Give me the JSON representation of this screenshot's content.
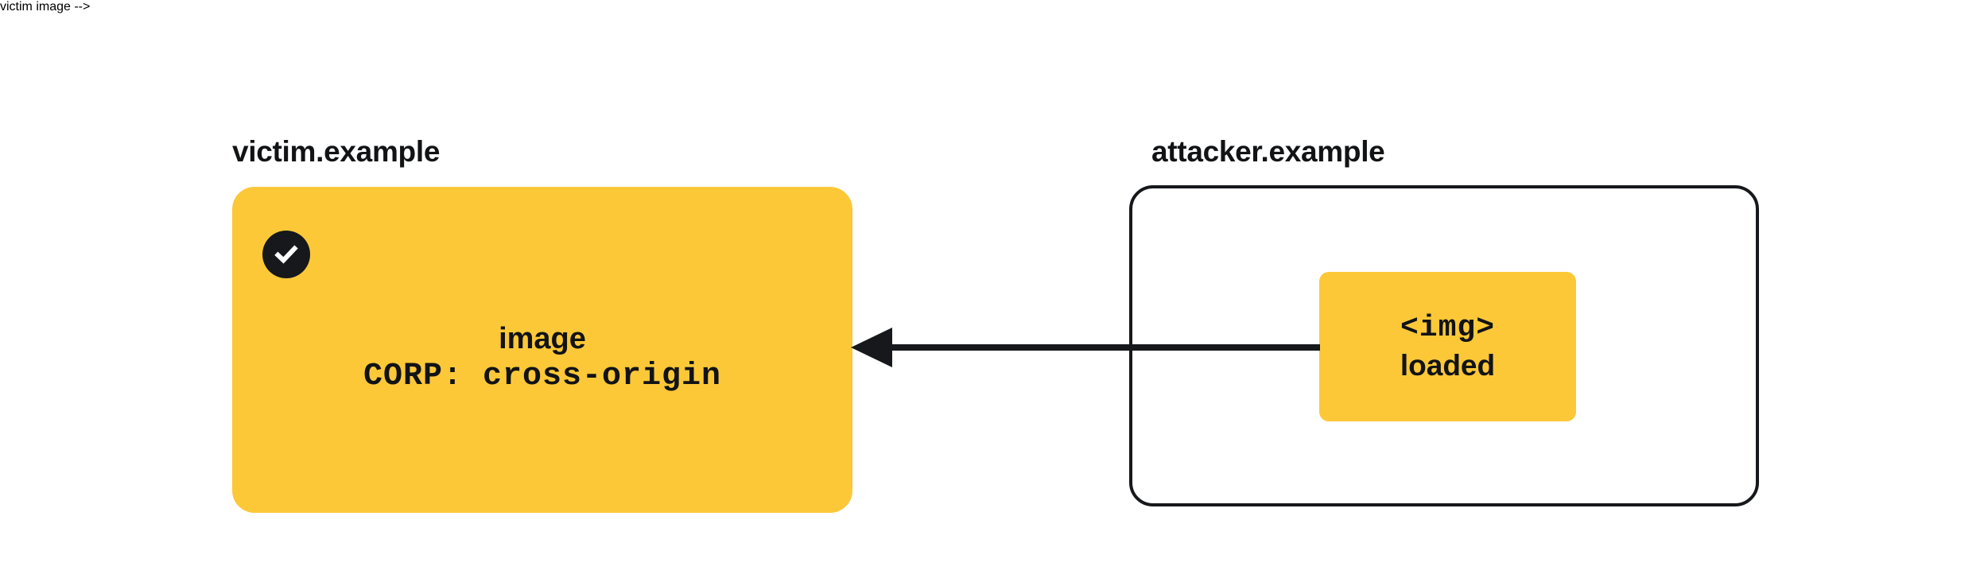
{
  "diagram": {
    "background_color": "#ffffff",
    "accent_color": "#FCC838",
    "ink_color": "#16181B"
  },
  "victim_origin": {
    "label": "victim.example",
    "resource": {
      "status_icon": "check-circle-icon",
      "name": "image",
      "header": "CORP: cross-origin"
    }
  },
  "attacker_origin": {
    "label": "attacker.example",
    "element": {
      "tag": "<img>",
      "state": "loaded"
    }
  },
  "arrow": {
    "name": "image-request-arrow",
    "direction": "right-to-left",
    "from": "attacker.example <img>",
    "to": "victim.example image"
  }
}
